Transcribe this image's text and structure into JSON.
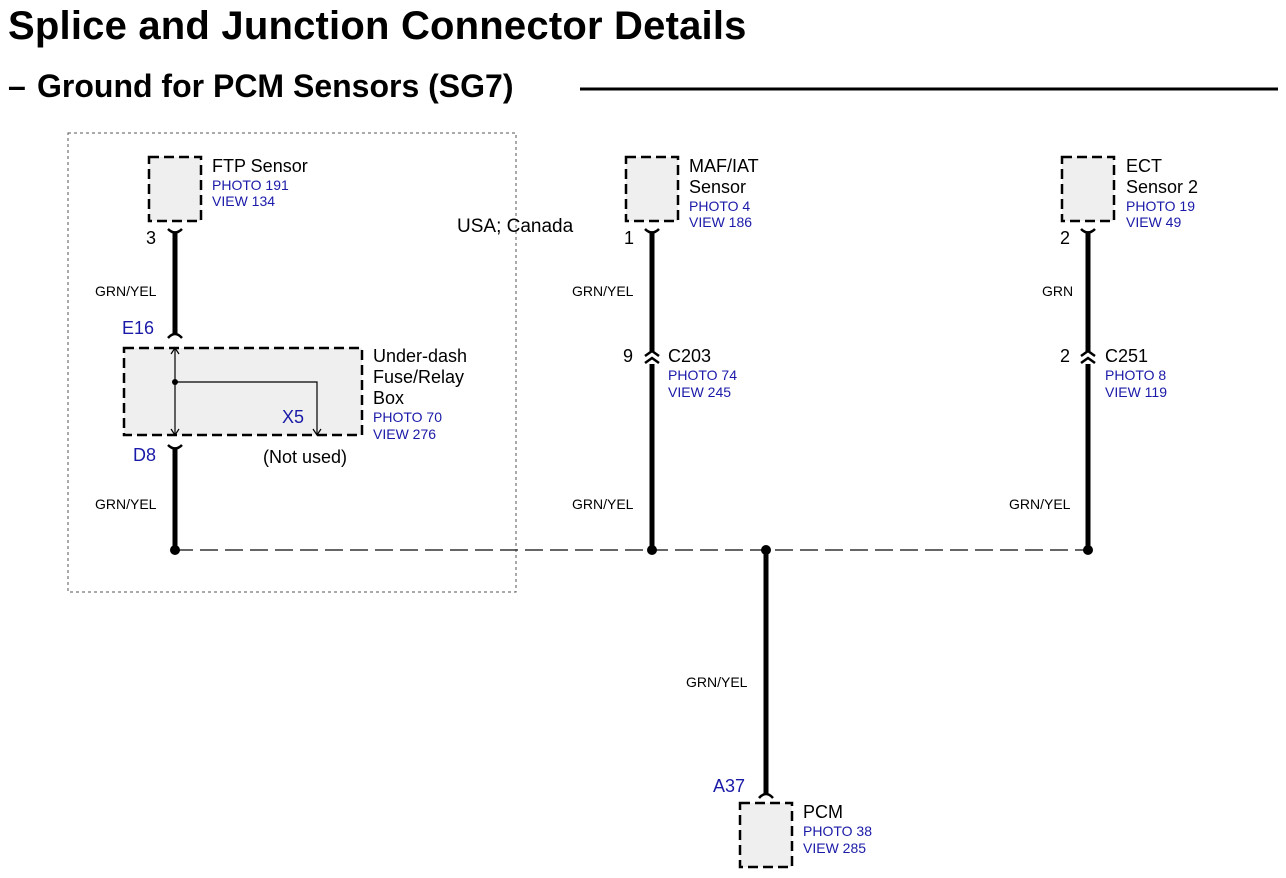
{
  "title": "Splice and Junction Connector Details",
  "subtitle_dash": "–",
  "subtitle": "Ground for PCM Sensors (SG7)",
  "region_label": "USA; Canada",
  "components": {
    "ftp": {
      "name": "FTP Sensor",
      "photo": "PHOTO 191",
      "view": "VIEW 134",
      "pin": "3"
    },
    "maf": {
      "name_line1": "MAF/IAT",
      "name_line2": "Sensor",
      "photo": "PHOTO 4",
      "view": "VIEW 186",
      "pin": "1"
    },
    "ect": {
      "name_line1": "ECT",
      "name_line2": "Sensor 2",
      "photo": "PHOTO 19",
      "view": "VIEW 49",
      "pin": "2"
    },
    "fusebox": {
      "name_line1": "Under-dash",
      "name_line2": "Fuse/Relay",
      "name_line3": "Box",
      "photo": "PHOTO 70",
      "view": "VIEW 276",
      "pin_in": "E16",
      "pin_out": "D8",
      "unused_pin": "X5",
      "unused_note": "(Not used)"
    },
    "c203": {
      "name": "C203",
      "photo": "PHOTO 74",
      "view": "VIEW 245",
      "pin": "9"
    },
    "c251": {
      "name": "C251",
      "photo": "PHOTO 8",
      "view": "VIEW 119",
      "pin": "2"
    },
    "pcm": {
      "name": "PCM",
      "photo": "PHOTO 38",
      "view": "VIEW 285",
      "pin": "A37"
    }
  },
  "wires": {
    "ftp_upper": "GRN/YEL",
    "ftp_lower": "GRN/YEL",
    "maf_upper": "GRN/YEL",
    "maf_lower": "GRN/YEL",
    "ect_upper": "GRN",
    "ect_lower": "GRN/YEL",
    "pcm": "GRN/YEL"
  },
  "colors": {
    "ref_blue": "#1a1aa8",
    "box_fill": "#efefef",
    "wire": "#000000"
  }
}
